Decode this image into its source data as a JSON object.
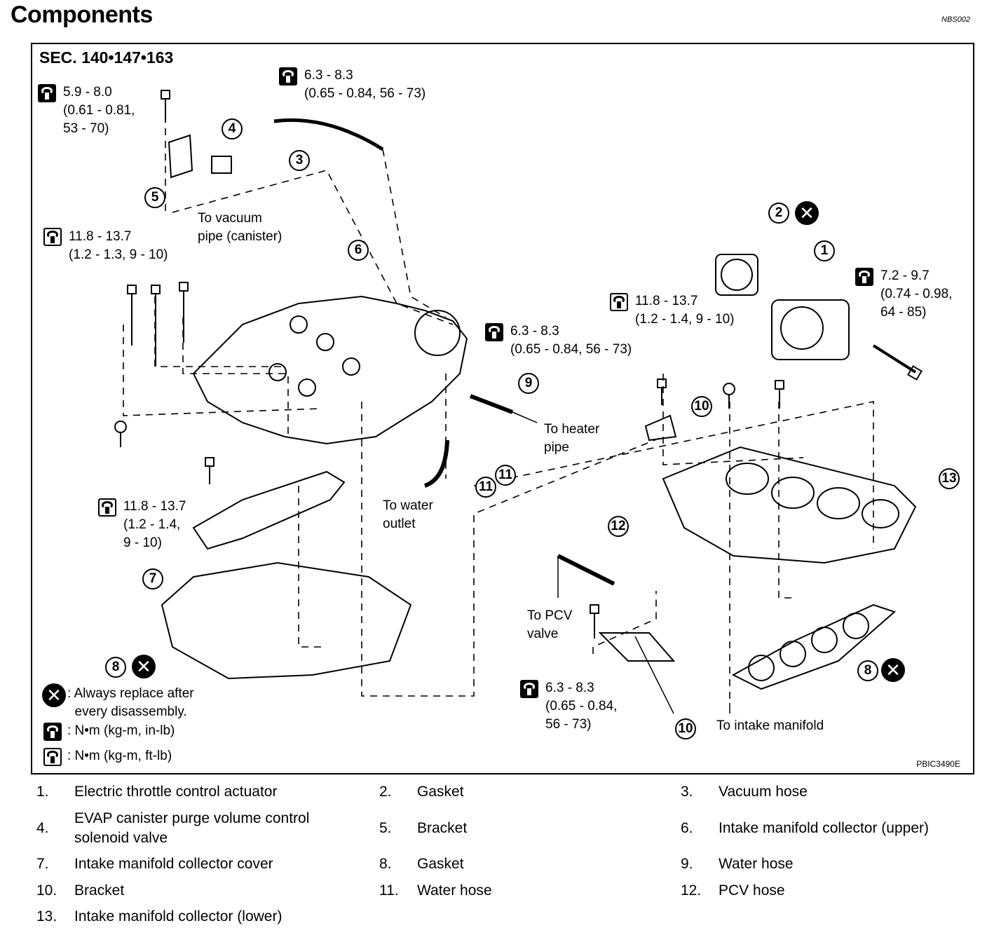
{
  "header": {
    "title": "Components",
    "code": "NBS002"
  },
  "figure": {
    "section": "SEC. 140•147•163",
    "figure_code": "PBIC3490E",
    "torques": {
      "t1": {
        "value": "6.3 - 8.3",
        "sub": "(0.65 - 0.84, 56 - 73)"
      },
      "t2": {
        "value": "5.9 - 8.0",
        "sub1": "(0.61 - 0.81,",
        "sub2": "53 - 70)"
      },
      "t3": {
        "value": "11.8 - 13.7",
        "sub": "(1.2 - 1.3, 9 - 10)"
      },
      "t4": {
        "value": "6.3 - 8.3",
        "sub": "(0.65 - 0.84, 56 - 73)"
      },
      "t5": {
        "value": "11.8 - 13.7",
        "sub": "(1.2 - 1.4, 9 - 10)"
      },
      "t6": {
        "value": "7.2 - 9.7",
        "sub1": "(0.74 - 0.98,",
        "sub2": "64 - 85)"
      },
      "t7": {
        "value": "11.8 - 13.7",
        "sub1": "(1.2 - 1.4,",
        "sub2": "9 - 10)"
      },
      "t8": {
        "value": "6.3 - 8.3",
        "sub1": "(0.65 - 0.84,",
        "sub2": "56 - 73)"
      }
    },
    "callouts": {
      "vacuum": "To vacuum\npipe (canister)",
      "heater": "To heater\npipe",
      "water": "To water\noutlet",
      "pcv": "To PCV\nvalve",
      "intake": "To intake manifold"
    },
    "part_numbers": [
      "1",
      "2",
      "3",
      "4",
      "5",
      "6",
      "7",
      "8",
      "8",
      "9",
      "10",
      "10",
      "11",
      "11",
      "12",
      "13"
    ],
    "key": {
      "replace": ": Always replace after\n  every disassembly.",
      "inlb": ": N•m (kg-m, in-lb)",
      "ftlb": ": N•m (kg-m, ft-lb)"
    }
  },
  "legend": [
    {
      "n": "1.",
      "t": "Electric throttle control actuator"
    },
    {
      "n": "2.",
      "t": "Gasket"
    },
    {
      "n": "3.",
      "t": "Vacuum hose"
    },
    {
      "n": "4.",
      "t": "EVAP canister purge volume control solenoid valve"
    },
    {
      "n": "5.",
      "t": "Bracket"
    },
    {
      "n": "6.",
      "t": "Intake manifold collector (upper)"
    },
    {
      "n": "7.",
      "t": "Intake manifold collector cover"
    },
    {
      "n": "8.",
      "t": "Gasket"
    },
    {
      "n": "9.",
      "t": "Water hose"
    },
    {
      "n": "10.",
      "t": "Bracket"
    },
    {
      "n": "11.",
      "t": "Water hose"
    },
    {
      "n": "12.",
      "t": "PCV hose"
    },
    {
      "n": "13.",
      "t": "Intake manifold collector (lower)"
    }
  ]
}
